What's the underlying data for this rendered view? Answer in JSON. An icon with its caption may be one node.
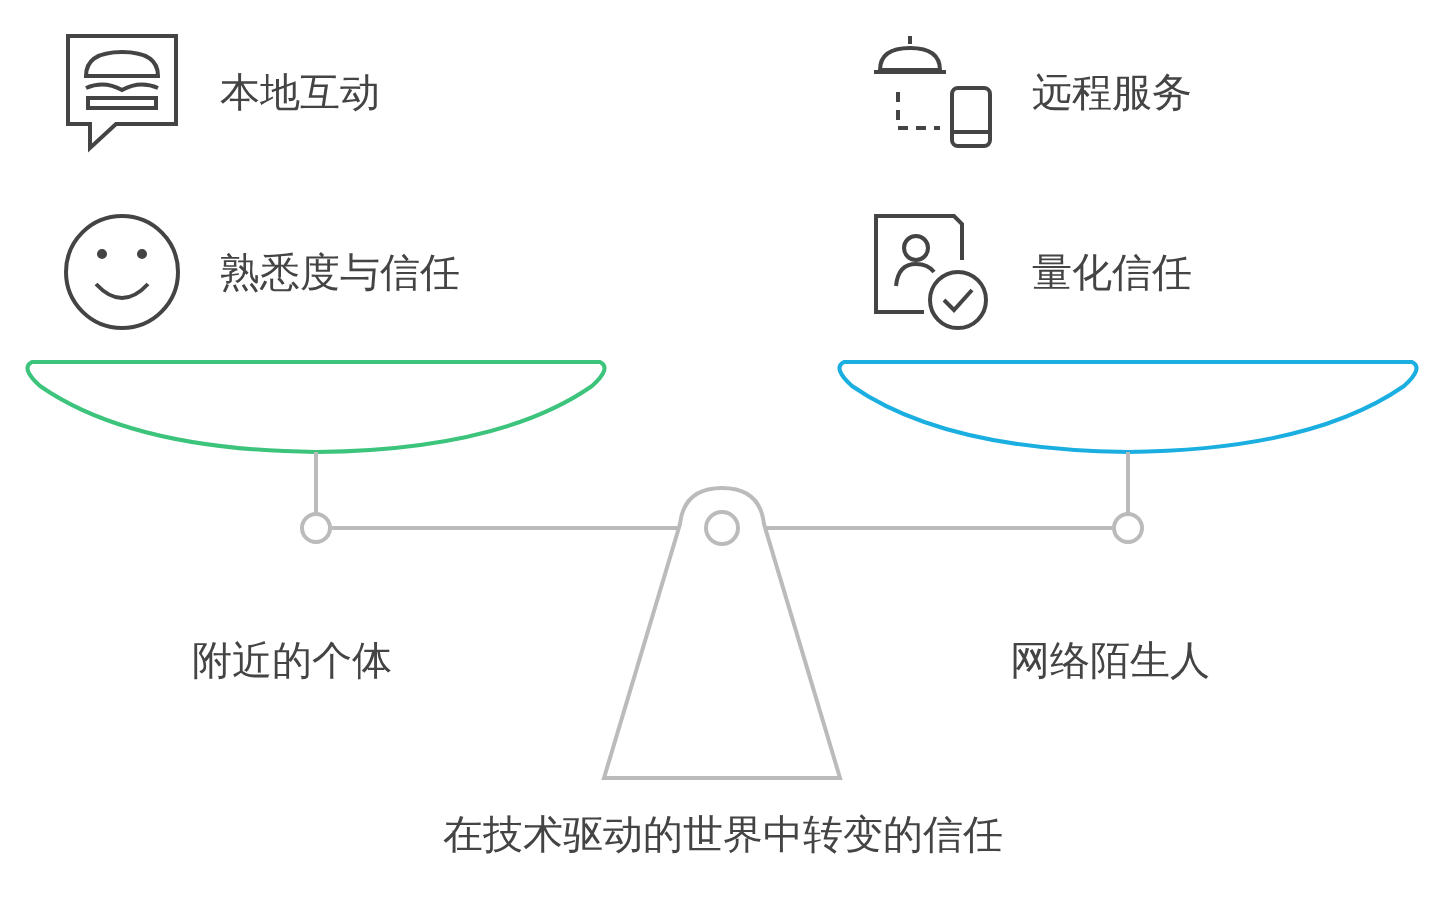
{
  "diagram": {
    "caption": "在技术驱动的世界中转变的信任",
    "labels": [
      "本地互动",
      "远程服务",
      "熟悉度与信任",
      "量化信任",
      "附近的个体",
      "网络陌生人"
    ]
  }
}
